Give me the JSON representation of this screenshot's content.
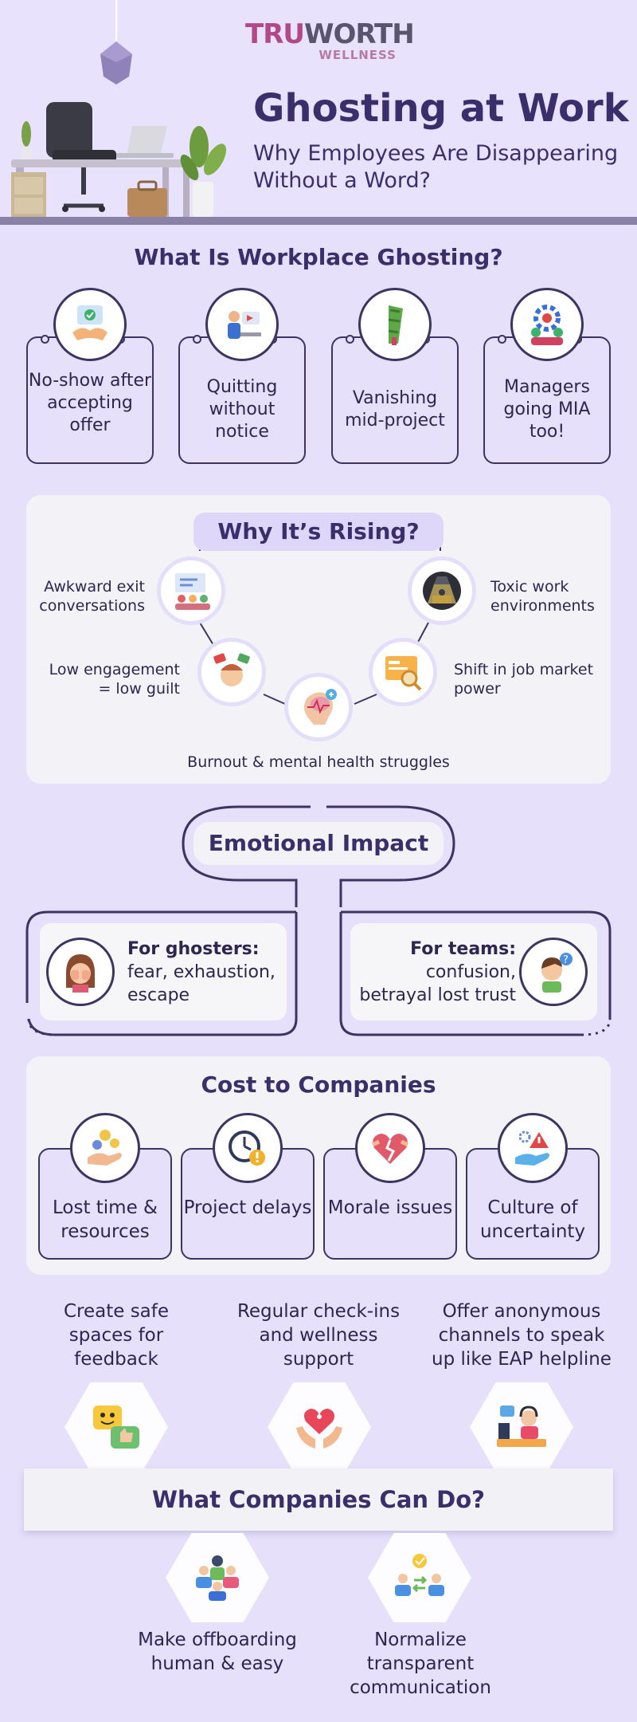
{
  "brand": {
    "logo_part1": "TRU",
    "logo_part2": "WORTH",
    "logo_sub": "WELLNESS"
  },
  "header": {
    "title": "Ghosting at Work",
    "subtitle": "Why Employees Are Disappearing Without a Word?"
  },
  "what_is": {
    "title": "What Is Workplace Ghosting?",
    "cards": [
      {
        "label": "No-show after accepting offer",
        "icon": "handshake-check-icon"
      },
      {
        "label": "Quitting without notice",
        "icon": "person-leaving-desk-icon"
      },
      {
        "label": "Vanishing mid-project",
        "icon": "disappearing-person-icon"
      },
      {
        "label": "Managers going MIA too!",
        "icon": "manager-team-gear-icon"
      }
    ]
  },
  "rising": {
    "title": "Why It’s Rising?",
    "reasons": [
      {
        "label": "Awkward exit conversations",
        "icon": "meeting-presentation-icon"
      },
      {
        "label": "Low engagement = low guilt",
        "icon": "stressed-person-icon"
      },
      {
        "label": "Burnout & mental health struggles",
        "icon": "brain-health-icon"
      },
      {
        "label": "Shift in job market power",
        "icon": "job-search-icon"
      },
      {
        "label": "Toxic work environments",
        "icon": "dark-office-icon"
      }
    ]
  },
  "emotional": {
    "title": "Emotional Impact",
    "ghosters": {
      "heading": "For ghosters:",
      "text": "fear, exhaustion, escape",
      "icon": "crying-woman-icon"
    },
    "teams": {
      "heading": "For teams:",
      "text": "confusion, betrayal lost trust",
      "icon": "confused-man-icon"
    }
  },
  "cost": {
    "title": "Cost to Companies",
    "items": [
      {
        "label": "Lost time & resources",
        "icon": "hand-money-icon"
      },
      {
        "label": "Project delays",
        "icon": "clock-warning-icon"
      },
      {
        "label": "Morale issues",
        "icon": "broken-heart-icon"
      },
      {
        "label": "Culture of uncertainty",
        "icon": "hand-warning-icon"
      }
    ]
  },
  "actions": {
    "title": "What Companies Can Do?",
    "top": [
      {
        "label": "Create safe spaces for feedback",
        "icon": "feedback-chat-icon"
      },
      {
        "label": "Regular check-ins and wellness support",
        "icon": "heart-hands-icon"
      },
      {
        "label": "Offer anonymous channels to speak up like EAP helpline",
        "icon": "helpline-agent-icon"
      }
    ],
    "bottom": [
      {
        "label": "Make offboarding human & easy",
        "icon": "team-group-icon"
      },
      {
        "label": "Normalize transparent communication",
        "icon": "communication-exchange-icon"
      }
    ]
  }
}
